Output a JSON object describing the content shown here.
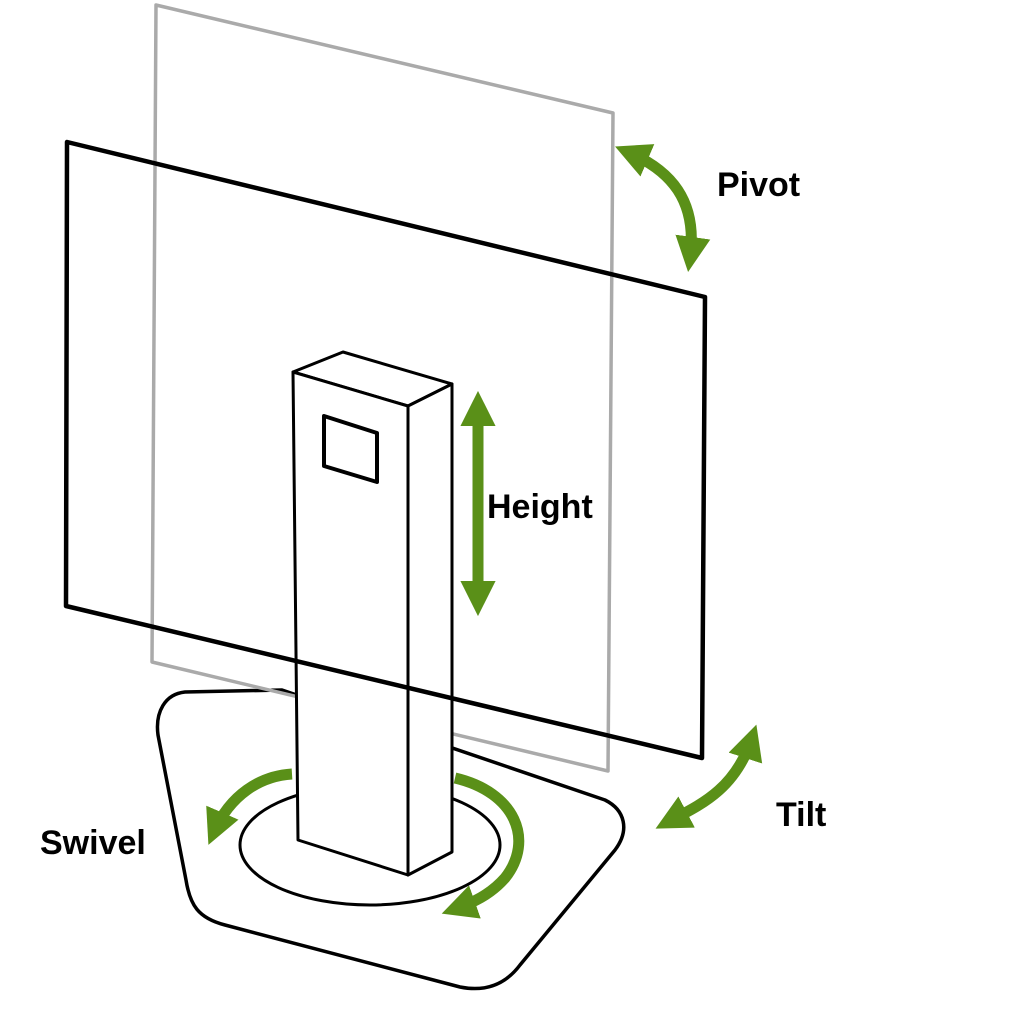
{
  "labels": {
    "pivot": "Pivot",
    "height": "Height",
    "tilt": "Tilt",
    "swivel": "Swivel"
  },
  "colors": {
    "arrow": "#5a9018",
    "outline": "#000000",
    "ghost_screen": "#aaaaaa",
    "background": "#ffffff"
  }
}
